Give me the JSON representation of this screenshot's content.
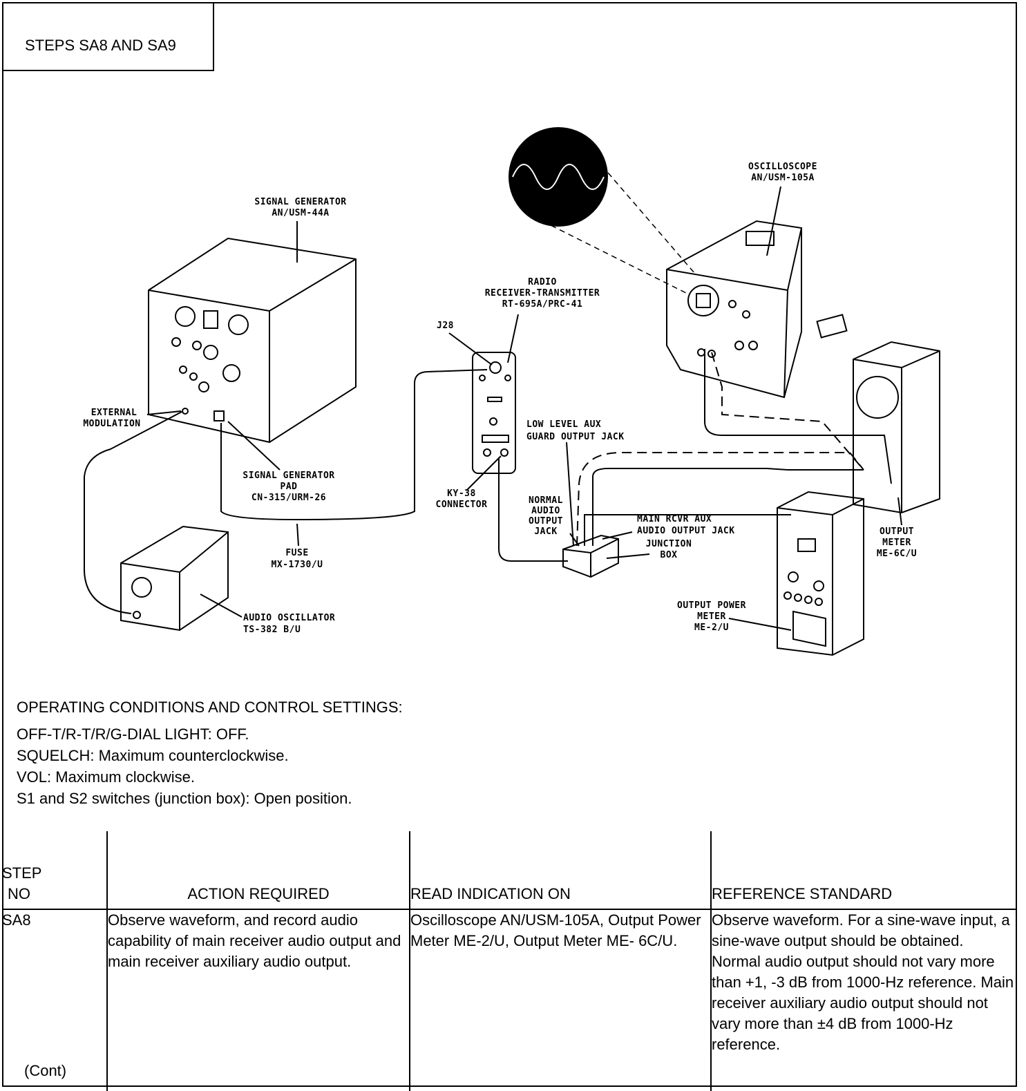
{
  "page": {
    "title": "STEPS SA8 AND SA9"
  },
  "figure": {
    "labels": {
      "signal_generator": [
        "SIGNAL GENERATOR",
        "AN/USM-44A"
      ],
      "external_modulation": [
        "EXTERNAL",
        "MODULATION"
      ],
      "sg_pad": [
        "SIGNAL GENERATOR",
        "PAD",
        "CN-315/URM-26"
      ],
      "fuse": [
        "FUSE",
        "MX-1730/U"
      ],
      "audio_oscillator": [
        "AUDIO OSCILLATOR",
        "TS-382 B/U"
      ],
      "j28": "J28",
      "radio": [
        "RADIO",
        "RECEIVER-TRANSMITTER",
        "RT-695A/PRC-41"
      ],
      "ky38": [
        "KY-38",
        "CONNECTOR"
      ],
      "low_level": [
        "LOW LEVEL AUX",
        "GUARD OUTPUT JACK"
      ],
      "normal_audio": [
        "NORMAL",
        "AUDIO",
        "OUTPUT",
        "JACK"
      ],
      "main_rcvr": [
        "MAIN RCVR AUX",
        "AUDIO OUTPUT JACK"
      ],
      "junction_box": [
        "JUNCTION",
        "BOX"
      ],
      "oscilloscope": [
        "OSCILLOSCOPE",
        "AN/USM-105A"
      ],
      "output_meter": [
        "OUTPUT",
        "METER",
        "ME-6C/U"
      ],
      "output_power_meter": [
        "OUTPUT POWER",
        "METER",
        "ME-2/U"
      ]
    }
  },
  "conditions": {
    "heading": "OPERATING CONDITIONS AND CONTROL SETTINGS:",
    "lines": [
      "OFF-T/R-T/R/G-DIAL LIGHT: OFF.",
      "SQUELCH:  Maximum counterclockwise.",
      "VOL:  Maximum clockwise.",
      "S1 and S2 switches (junction box):  Open position."
    ]
  },
  "table": {
    "headers": {
      "step_no_1": "STEP",
      "step_no_2": "NO",
      "action": "ACTION REQUIRED",
      "read": "READ INDICATION ON",
      "reference": "REFERENCE STANDARD"
    },
    "rows": [
      {
        "step": "SA8",
        "cont": "(Cont)",
        "action": "Observe waveform, and record audio capability of main receiver audio output and main receiver auxiliary audio output.",
        "read": "Oscilloscope AN/USM-105A, Output Power Meter ME-2/U, Output Meter ME- 6C/U.",
        "reference": "Observe waveform. For a sine-wave input, a sine-wave output should be obtained. Normal audio output should not vary more than +1, -3 dB from 1000-Hz reference. Main receiver auxiliary audio output should not vary more than ±4 dB from 1000-Hz reference."
      }
    ]
  }
}
